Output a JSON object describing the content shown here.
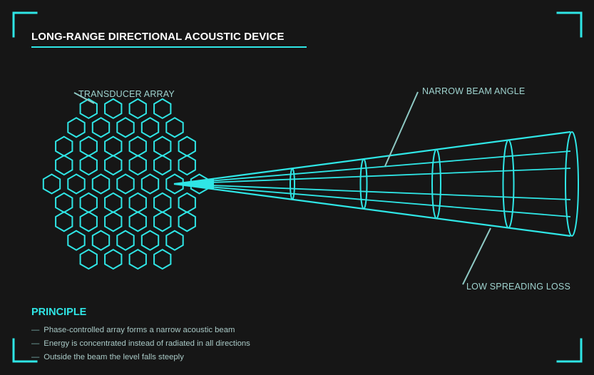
{
  "header": {
    "title": "LONG-RANGE DIRECTIONAL ACOUSTIC DEVICE"
  },
  "diagram": {
    "callouts": {
      "array": "TRANSDUCER ARRAY",
      "beam_angle": "NARROW BEAM ANGLE",
      "spreading": "LOW SPREADING LOSS"
    }
  },
  "principle": {
    "title": "PRINCIPLE",
    "dash": "—",
    "items": [
      "Phase-controlled array forms a narrow acoustic beam",
      "Energy is concentrated instead of radiated in all directions",
      "Outside the beam the level falls steeply"
    ]
  },
  "colors": {
    "background": "#161616",
    "accent": "#2fe6e6",
    "annotation": "#9fd3cf",
    "text": "#ffffff"
  }
}
